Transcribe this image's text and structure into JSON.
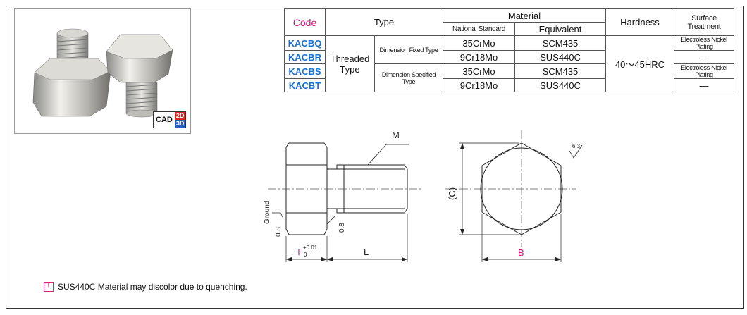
{
  "table": {
    "headers": {
      "code": "Code",
      "type": "Type",
      "material": "Material",
      "national_standard": "National Standard",
      "equivalent": "Equivalent",
      "hardness": "Hardness",
      "surface_treatment": "Surface Treatment"
    },
    "type_group": "Threaded Type",
    "subtypes": [
      "Dimension Fixed Type",
      "Dimension Specified Type"
    ],
    "hardness_value": "40～45HRC",
    "rows": [
      {
        "code": "KACBQ",
        "national": "35CrMo",
        "equivalent": "SCM435",
        "surface": "Electroless Nickel Plating"
      },
      {
        "code": "KACBR",
        "national": "9Cr18Mo",
        "equivalent": "SUS440C",
        "surface": "—"
      },
      {
        "code": "KACBS",
        "national": "35CrMo",
        "equivalent": "SCM435",
        "surface": "Electroless Nickel Plating"
      },
      {
        "code": "KACBT",
        "national": "9Cr18Mo",
        "equivalent": "SUS440C",
        "surface": "—"
      }
    ]
  },
  "badge": {
    "cad": "CAD",
    "d2": "2D",
    "d3": "3D"
  },
  "drawing": {
    "thread_label": "M",
    "ground_label": "Ground",
    "chamfer1": "0.8",
    "chamfer2": "0.8",
    "t_label": "T",
    "t_tol_upper": "+0.01",
    "t_tol_lower": "0",
    "l_label": "L",
    "c_label": "(C)",
    "b_label": "B",
    "roughness": "6.3"
  },
  "note": {
    "icon": "info-icon",
    "text": "SUS440C Material may discolor due to quenching."
  },
  "colors": {
    "code_blue": "#1a6fd1",
    "accent_magenta": "#d4177a"
  }
}
